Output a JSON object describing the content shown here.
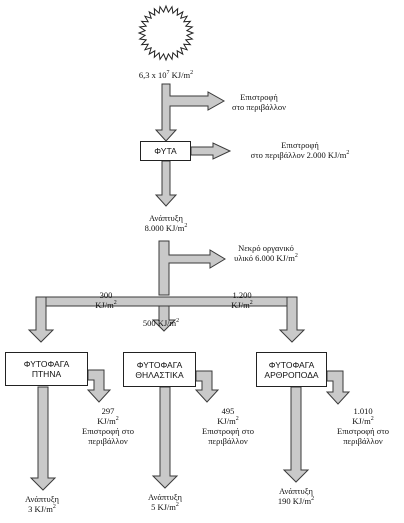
{
  "colors": {
    "arrow_fill": "#c9c9c9",
    "arrow_stroke": "#3a3a3a",
    "box_border": "#222222"
  },
  "sun": {
    "value": "6,3 x 10",
    "exp": "7",
    "unit": " KJ/m",
    "unit_exp": "2"
  },
  "return_top": {
    "line1": "Επιστροφή",
    "line2": "στο περιβάλλον"
  },
  "plants": {
    "label": "ΦΥΤΑ"
  },
  "return_plants": {
    "line1": "Επιστροφή",
    "line2": "στο περιβάλλον 2.000 KJ/m",
    "exp": "2"
  },
  "plant_growth": {
    "line1": "Ανάπτυξη",
    "line2": "8.000 KJ/m",
    "exp": "2"
  },
  "dead_matter": {
    "line1": "Νεκρό οργανικό",
    "line2": "υλικό 6.000 KJ/m",
    "exp": "2"
  },
  "flow_birds": {
    "line1": "300",
    "line2": "KJ/m",
    "exp": "2"
  },
  "flow_mammals": {
    "text": "500 KJ/m",
    "exp": "2"
  },
  "flow_arthropods": {
    "line1": "1.200",
    "line2": "KJ/m",
    "exp": "2"
  },
  "herbivores": [
    {
      "line1": "ΦΥΤΟΦΑΓΑ",
      "line2": "ΠΤΗΝΑ"
    },
    {
      "line1": "ΦΥΤΟΦΑΓΑ",
      "line2": "ΘΗΛΑΣΤΙΚΑ"
    },
    {
      "line1": "ΦΥΤΟΦΑΓΑ",
      "line2": "ΑΡΘΡΟΠΟΔΑ"
    }
  ],
  "returns": [
    {
      "value": "297",
      "unit": "KJ/m",
      "exp": "2",
      "line3": "Επιστροφή στο",
      "line4": "περιβάλλον"
    },
    {
      "value": "495",
      "unit": "KJ/m",
      "exp": "2",
      "line3": "Επιστροφή στο",
      "line4": "περιβάλλον"
    },
    {
      "value": "1.010",
      "unit": "KJ/m",
      "exp": "2",
      "line3": "Επιστροφή στο",
      "line4": "περιβάλλον"
    }
  ],
  "growths": [
    {
      "line1": "Ανάπτυξη",
      "line2": "3 KJ/m",
      "exp": "2"
    },
    {
      "line1": "Ανάπτυξη",
      "line2": "5 KJ/m",
      "exp": "2"
    },
    {
      "line1": "Ανάπτυξη",
      "line2": "190 KJ/m",
      "exp": "2"
    }
  ]
}
